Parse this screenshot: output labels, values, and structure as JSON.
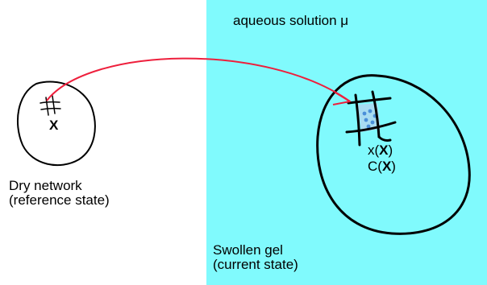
{
  "colors": {
    "solution": "#80fafd",
    "arrow": "#ee1f3c",
    "outline": "#000000",
    "pores": "#4a8fd9"
  },
  "solution_label": "aqueous solution μ",
  "dry": {
    "caption_line1": "Dry network",
    "caption_line2": "(reference state)",
    "point_label": "X"
  },
  "gel": {
    "caption_line1": "Swollen gel",
    "caption_line2": "(current state)",
    "position_prefix": "x(",
    "concentration_prefix": "C(",
    "point_symbol": "X",
    "suffix": ")"
  },
  "icons": [
    "mesh-icon",
    "mapping-arrow"
  ]
}
